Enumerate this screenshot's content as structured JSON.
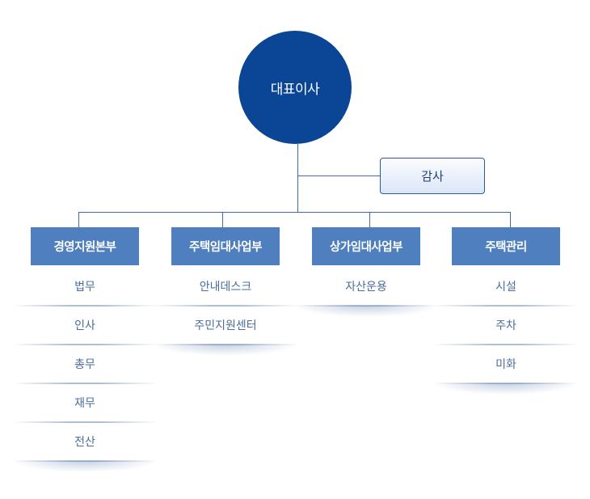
{
  "ceo": {
    "label": "대표이사"
  },
  "audit": {
    "label": "감사"
  },
  "departments": [
    {
      "label": "경영지원본부",
      "items": [
        "법무",
        "인사",
        "총무",
        "재무",
        "전산"
      ]
    },
    {
      "label": "주택임대사업부",
      "items": [
        "안내데스크",
        "주민지원센터"
      ]
    },
    {
      "label": "상가임대사업부",
      "items": [
        "자산운용"
      ]
    },
    {
      "label": "주택관리",
      "items": [
        "시설",
        "주차",
        "미화"
      ]
    }
  ],
  "colors": {
    "ceo": "#0a4596",
    "dept": "#4f7fbe",
    "item_text": "#4a6d9e",
    "line": "#3f6aa8"
  }
}
